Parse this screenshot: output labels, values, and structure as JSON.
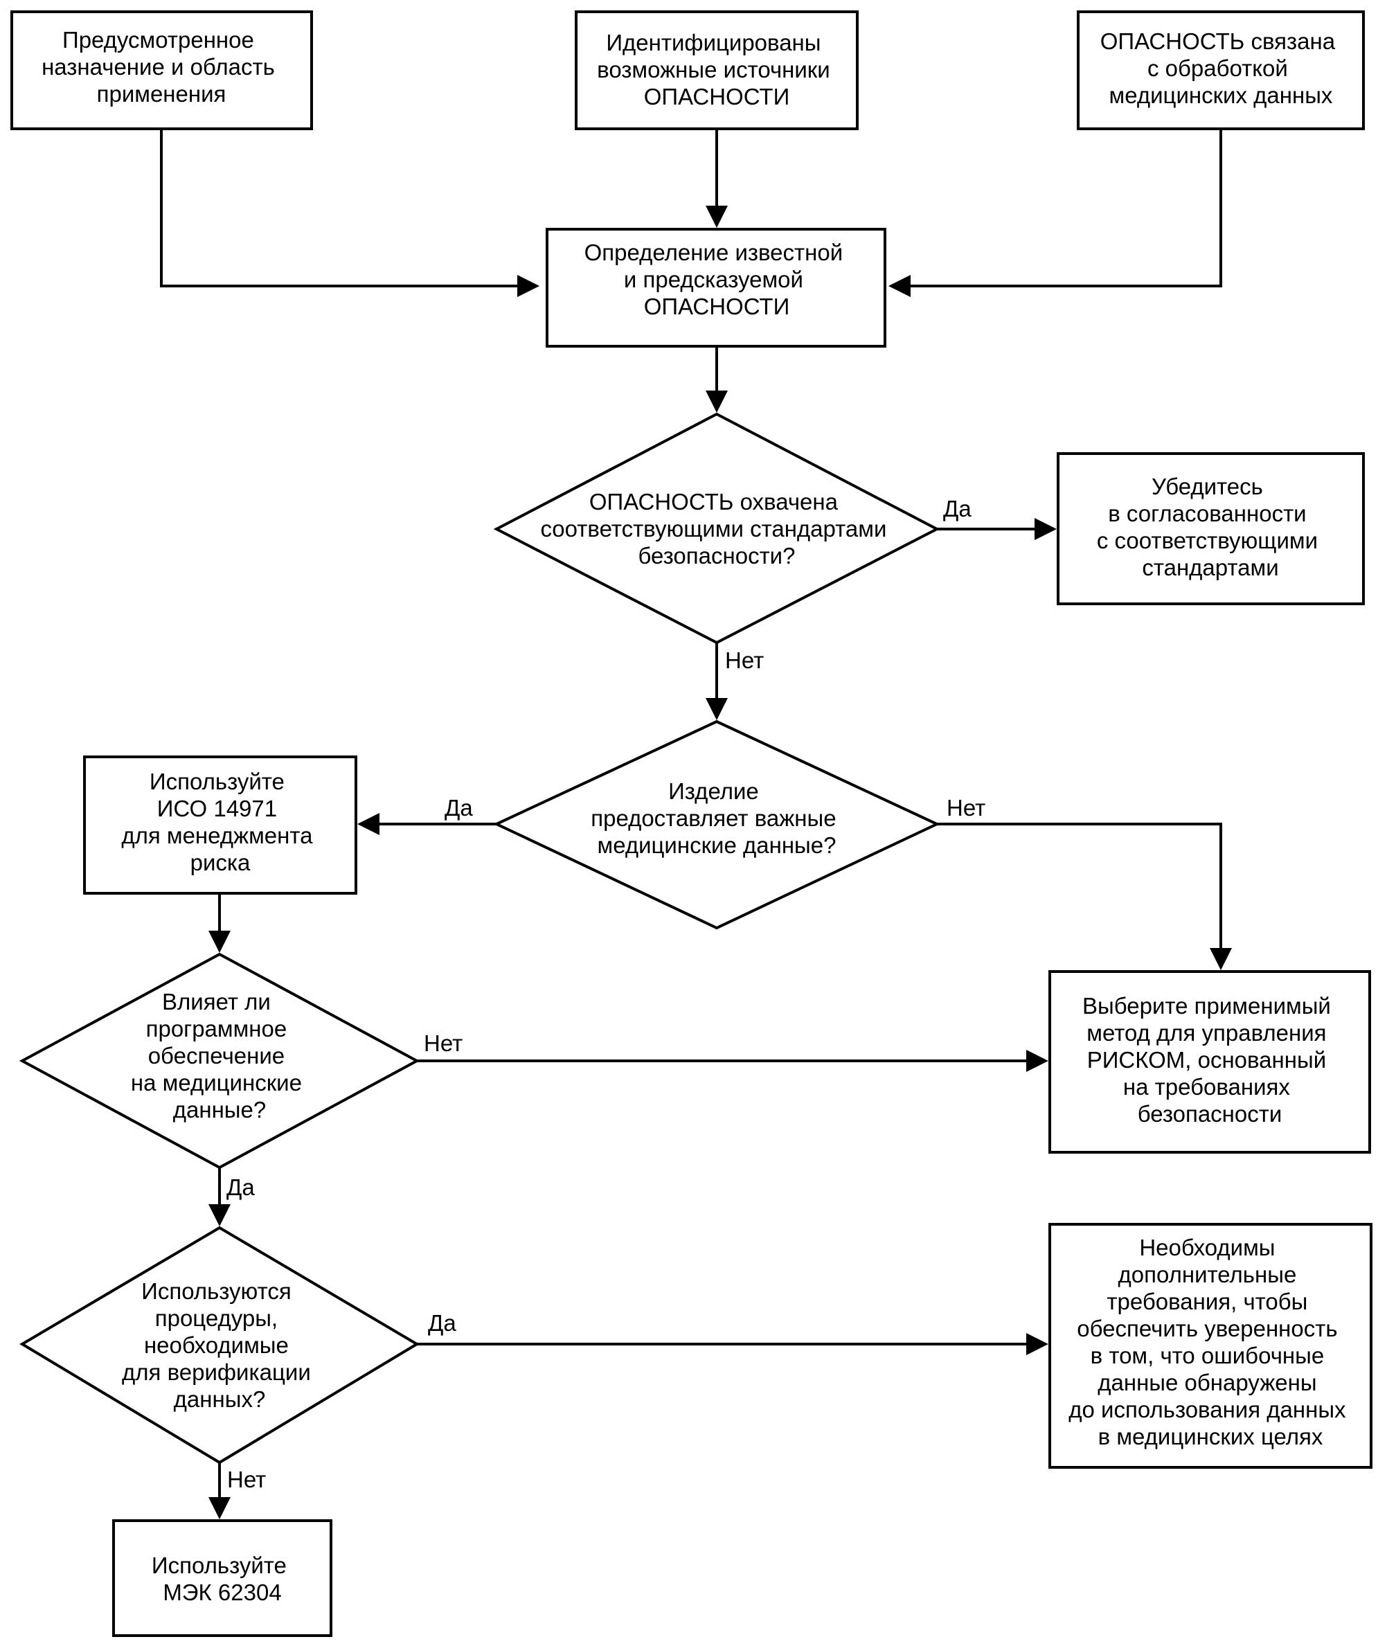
{
  "nodes": {
    "intended_use": [
      "Предусмотренное",
      "назначение и область",
      "применения"
    ],
    "hazard_sources": [
      "Идентифицированы",
      "возможные источники",
      "ОПАСНОСТИ"
    ],
    "hazard_medical_data": [
      "ОПАСНОСТЬ  связана",
      "с обработкой",
      "медицинских данных"
    ],
    "determine_hazard": [
      "Определение известной",
      "и предсказуемой",
      "ОПАСНОСТИ"
    ],
    "q_standards": [
      "ОПАСНОСТЬ охвачена",
      "соответствующими стандартами",
      "безопасности?"
    ],
    "ensure_compliance": [
      "Убедитесь",
      "в согласованности",
      "с соответствующими",
      "стандартами"
    ],
    "q_important_data": [
      "Изделие",
      "предоставляет важные",
      "медицинские данные?"
    ],
    "use_iso": [
      "Используйте",
      "ИСО 14971",
      "для менеджмента",
      "риска"
    ],
    "choose_method": [
      "Выберите применимый",
      "метод для управления",
      "РИСКОМ, основанный",
      "на требованиях",
      "безопасности"
    ],
    "q_software": [
      "Влияет ли",
      "программное",
      "обеспечение",
      "на медицинские",
      "данные?"
    ],
    "q_procedures": [
      "Используются",
      "процедуры,",
      "необходимые",
      "для верификации",
      "данных?"
    ],
    "additional_req": [
      "Необходимы",
      "дополнительные",
      "требования, чтобы",
      "обеспечить уверенность",
      "в том, что ошибочные",
      "данные обнаружены",
      "до использования данных",
      "в медицинских целях"
    ],
    "use_iec": [
      "Используйте",
      "МЭК 62304"
    ]
  },
  "edges": {
    "standards_yes": "Да",
    "standards_no": "Нет",
    "important_yes": "Да",
    "important_no": "Нет",
    "software_no": "Нет",
    "software_yes": "Да",
    "procedures_yes": "Да",
    "procedures_no": "Нет"
  }
}
